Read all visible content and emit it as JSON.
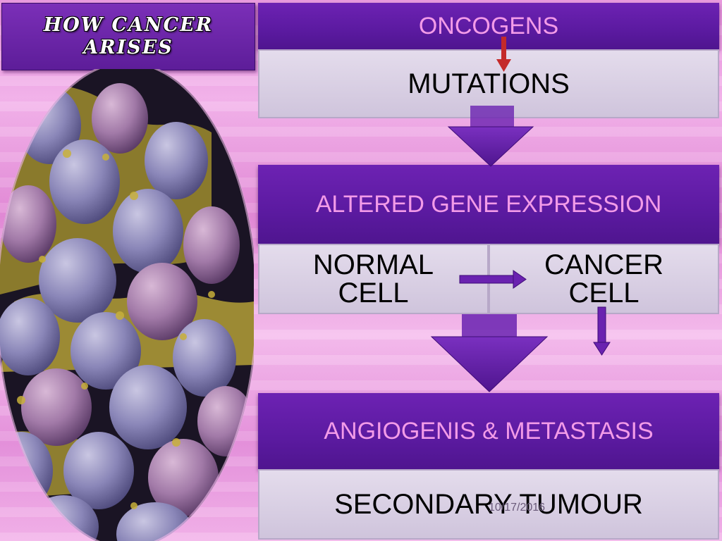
{
  "title": "HOW CANCER ARISES",
  "boxes": {
    "oncogens": "ONCOGENS",
    "mutations": "MUTATIONS",
    "altered": "ALTERED GENE EXPRESSION",
    "normal_cell": "NORMAL CELL",
    "cancer_cell": "CANCER CELL",
    "angiogenis": "ANGIOGENIS & METASTASIS",
    "secondary": "SECONDARY TUMOUR"
  },
  "footer_date": "10/17/2016",
  "image": {
    "icon": "cancer-cell-micrograph"
  },
  "colors": {
    "band": "#5b1aa0",
    "band_text": "#f39be8",
    "sub_box": "#dcd3e6",
    "arrow": "#5b1aa0",
    "background": "#ec9fe2"
  }
}
